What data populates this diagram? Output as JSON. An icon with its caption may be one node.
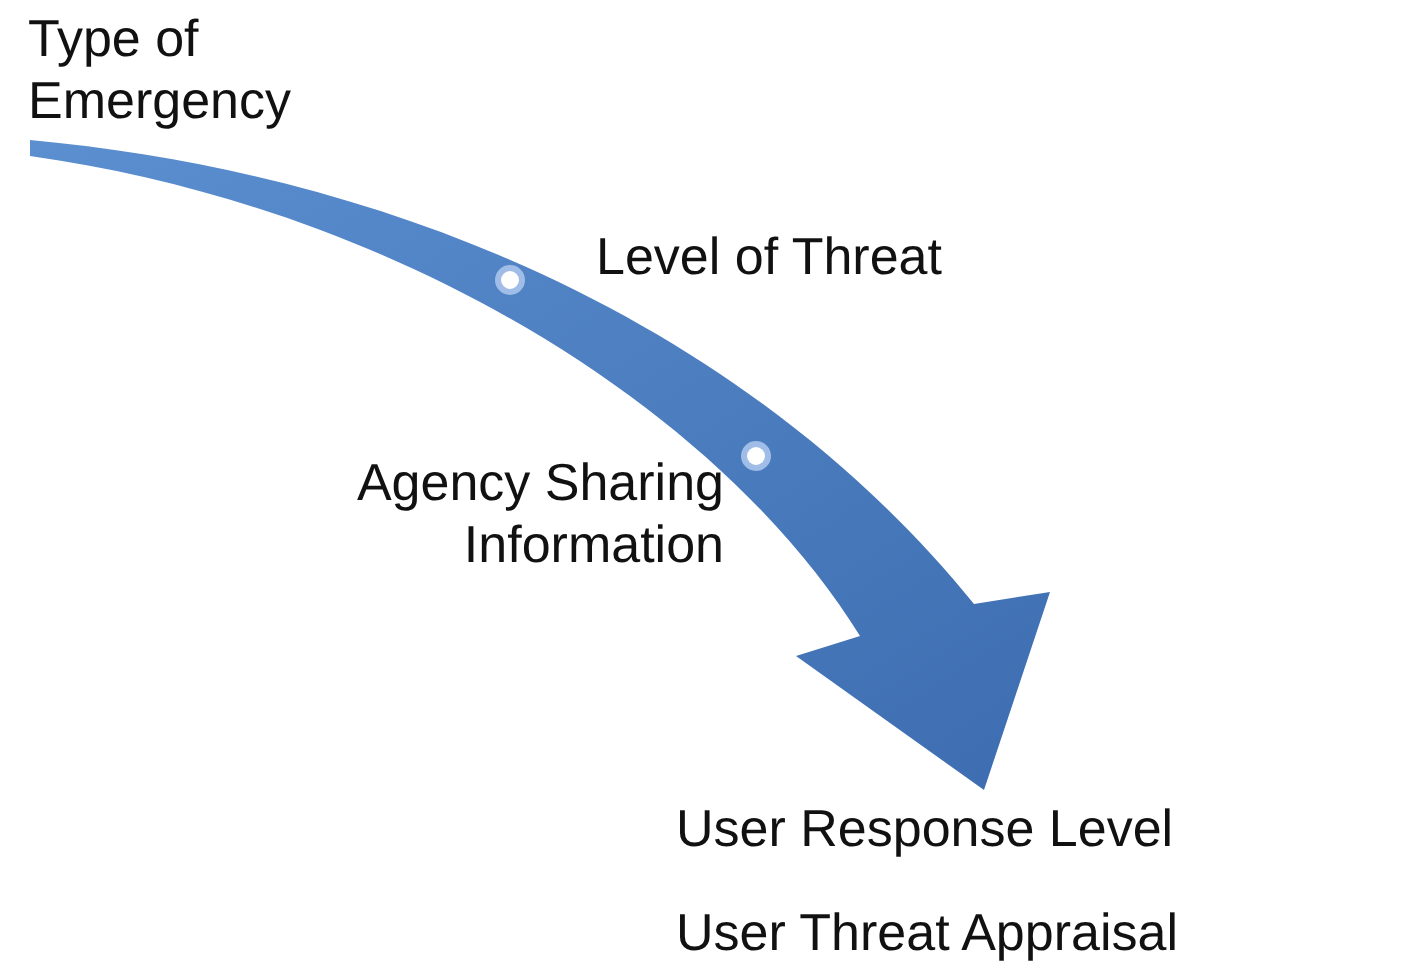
{
  "diagram": {
    "nodes": [
      {
        "text": [
          "Type of Emergency"
        ]
      },
      {
        "text": [
          "Level of Threat"
        ]
      },
      {
        "text": [
          "Agency Sharing Information"
        ]
      },
      {
        "text": [
          "User Response Level"
        ]
      },
      {
        "text": [
          "User Threat Appraisal"
        ]
      }
    ],
    "edges": [
      {
        "from": 0,
        "to": 3,
        "arrow": "to",
        "style": "thick"
      }
    ]
  }
}
